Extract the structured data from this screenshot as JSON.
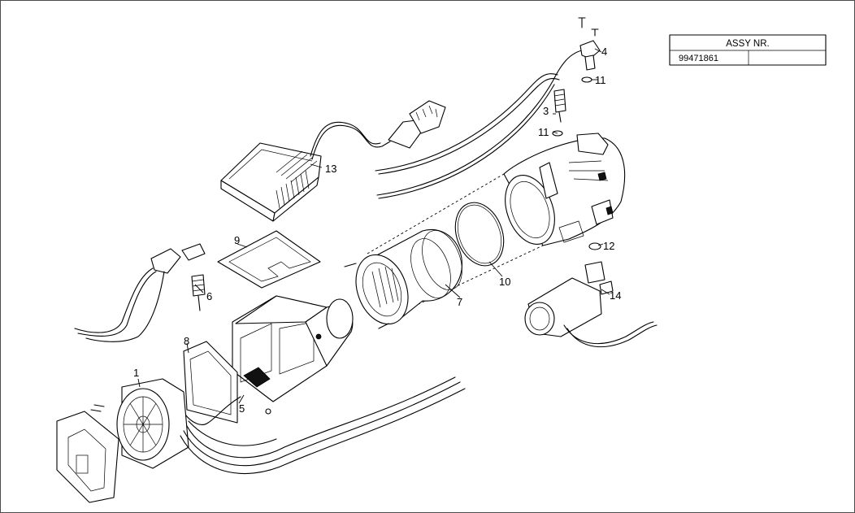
{
  "assy_table": {
    "header": "ASSY NR.",
    "number": "99471861",
    "extra": ""
  },
  "callouts": {
    "c1": "1",
    "c3": "3",
    "c4": "4",
    "c5": "5",
    "c6": "6",
    "c7": "7",
    "c8": "8",
    "c9": "9",
    "c10": "10",
    "c11a": "11",
    "c11b": "11",
    "c12": "12",
    "c13": "13",
    "c14": "14"
  },
  "icons": {
    "heater": "exploded-heater-assembly",
    "control_unit": "control-unit-icon",
    "water_pump": "water-pump-icon"
  }
}
